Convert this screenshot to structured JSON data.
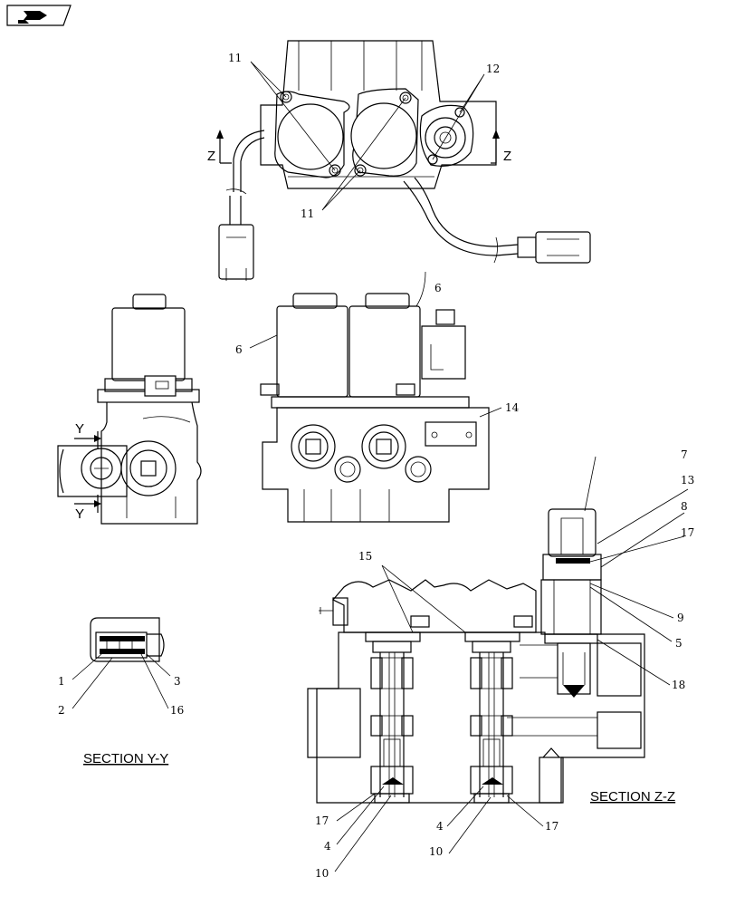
{
  "callouts": {
    "c1": "1",
    "c2": "2",
    "c3": "3",
    "c4a": "4",
    "c4b": "4",
    "c5": "5",
    "c6a": "6",
    "c6b": "6",
    "c7": "7",
    "c8": "8",
    "c9": "9",
    "c10a": "10",
    "c10b": "10",
    "c11a": "11",
    "c11b": "11",
    "c12": "12",
    "c13": "13",
    "c14": "14",
    "c15": "15",
    "c16": "16",
    "c17a": "17",
    "c17b": "17",
    "c17c": "17",
    "c18": "18"
  },
  "section_marks": {
    "z_left": "Z",
    "z_right": "Z",
    "y_top": "Y",
    "y_bottom": "Y"
  },
  "section_titles": {
    "yy": "SECTION  Y-Y",
    "zz": "SECTION  Z-Z"
  }
}
